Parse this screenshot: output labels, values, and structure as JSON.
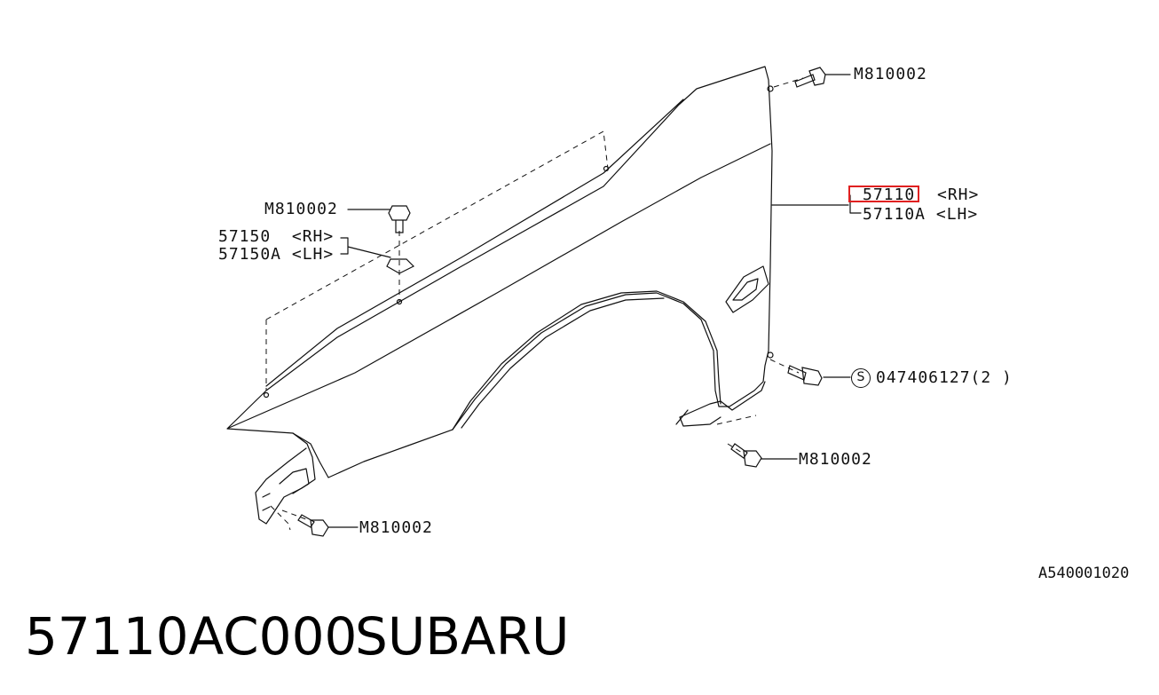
{
  "diagram": {
    "parts": {
      "bolt_top_right": "M810002",
      "bolt_top_left": "M810002",
      "clip_rh": "57150  <RH>",
      "clip_lh": "57150A <LH>",
      "fender_rh": "57110",
      "fender_rh_side": "<RH>",
      "fender_lh": "57110A <LH>",
      "special_bolt_symbol": "S",
      "special_bolt": "047406127(2 )",
      "bolt_mid_right": "M810002",
      "bolt_bottom_left": "M810002"
    },
    "drawing_id": "A540001020",
    "highlight_color": "#e02020"
  },
  "footer": {
    "part_number": "57110AC000",
    "brand": "SUBARU"
  }
}
